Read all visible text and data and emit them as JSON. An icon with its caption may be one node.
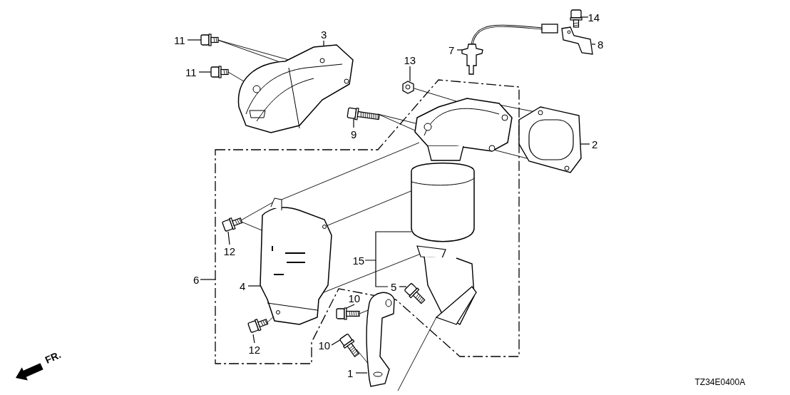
{
  "diagram": {
    "nodes": [
      {
        "text": [
          "11"
        ]
      },
      {
        "text": [
          "11"
        ]
      },
      {
        "text": [
          "3"
        ]
      },
      {
        "text": [
          "13"
        ]
      },
      {
        "text": [
          "7"
        ]
      },
      {
        "text": [
          "14"
        ]
      },
      {
        "text": [
          "8"
        ]
      },
      {
        "text": [
          "9"
        ]
      },
      {
        "text": [
          "2"
        ]
      },
      {
        "text": [
          "6"
        ]
      },
      {
        "text": [
          "12"
        ]
      },
      {
        "text": [
          "15"
        ]
      },
      {
        "text": [
          "4"
        ]
      },
      {
        "text": [
          "5"
        ]
      },
      {
        "text": [
          "10"
        ]
      },
      {
        "text": [
          "10"
        ]
      },
      {
        "text": [
          "12"
        ]
      },
      {
        "text": [
          "1"
        ]
      },
      {
        "text": [],
        "shape": "picture"
      },
      {
        "text": [],
        "shape": "picture"
      },
      {
        "text": [],
        "shape": "picture"
      },
      {
        "text": [],
        "shape": "picture"
      },
      {
        "text": [],
        "shape": "picture"
      },
      {
        "text": [],
        "shape": "picture"
      },
      {
        "text": [],
        "shape": "picture"
      },
      {
        "text": [],
        "shape": "picture"
      },
      {
        "text": [],
        "shape": "picture"
      },
      {
        "text": [],
        "shape": "picture"
      },
      {
        "text": [],
        "shape": "picture"
      },
      {
        "text": [],
        "shape": "picture"
      },
      {
        "text": [],
        "shape": "picture"
      },
      {
        "text": [],
        "shape": "picture"
      },
      {
        "text": [],
        "shape": "picture"
      },
      {
        "text": [],
        "shape": "picture"
      },
      {
        "text": [],
        "shape": "picture"
      }
    ],
    "edges": [
      {
        "from": 0,
        "to": 18,
        "arrow": "none"
      },
      {
        "from": 1,
        "to": 19,
        "arrow": "none"
      },
      {
        "from": 2,
        "to": 20,
        "arrow": "none"
      },
      {
        "from": 3,
        "to": 21,
        "arrow": "none"
      },
      {
        "from": 4,
        "to": 22,
        "arrow": "none"
      },
      {
        "from": 5,
        "to": 23,
        "arrow": "none"
      },
      {
        "from": 6,
        "to": 24,
        "arrow": "none"
      },
      {
        "from": 7,
        "to": 25,
        "arrow": "none"
      },
      {
        "from": 8,
        "to": 26,
        "arrow": "none"
      },
      {
        "from": 9,
        "to": null,
        "arrow": "none"
      },
      {
        "from": 10,
        "to": 27,
        "arrow": "none"
      },
      {
        "from": 11,
        "to": 28,
        "arrow": "none"
      },
      {
        "from": 12,
        "to": 29,
        "arrow": "none"
      },
      {
        "from": 13,
        "to": 30,
        "arrow": "none"
      },
      {
        "from": 14,
        "to": 31,
        "arrow": "none"
      },
      {
        "from": 15,
        "to": 32,
        "arrow": "none"
      },
      {
        "from": 16,
        "to": 33,
        "arrow": "none"
      },
      {
        "from": 17,
        "to": 34,
        "arrow": "none"
      },
      {
        "from": 18,
        "to": 20,
        "arrow": "none"
      },
      {
        "from": 19,
        "to": 20,
        "arrow": "none"
      },
      {
        "from": 25,
        "to": 28,
        "arrow": "none"
      },
      {
        "from": 21,
        "to": 28,
        "arrow": "none"
      },
      {
        "from": 28,
        "to": 26,
        "arrow": "none"
      },
      {
        "from": 28,
        "to": 26,
        "arrow": "none"
      },
      {
        "from": 27,
        "to": 29,
        "arrow": "none"
      },
      {
        "from": 29,
        "to": 28,
        "arrow": "none"
      },
      {
        "from": 29,
        "to": 28,
        "arrow": "none"
      },
      {
        "from": 29,
        "to": 28,
        "arrow": "none"
      },
      {
        "from": 33,
        "to": 29,
        "arrow": "none"
      },
      {
        "from": 31,
        "to": 34,
        "arrow": "none"
      },
      {
        "from": 32,
        "to": 34,
        "arrow": "none"
      },
      {
        "from": 34,
        "to": 28,
        "arrow": "none"
      },
      {
        "from": 11,
        "to": 13,
        "arrow": "none"
      }
    ],
    "labels": [
      "FR.",
      "TZ34E0400A"
    ]
  }
}
